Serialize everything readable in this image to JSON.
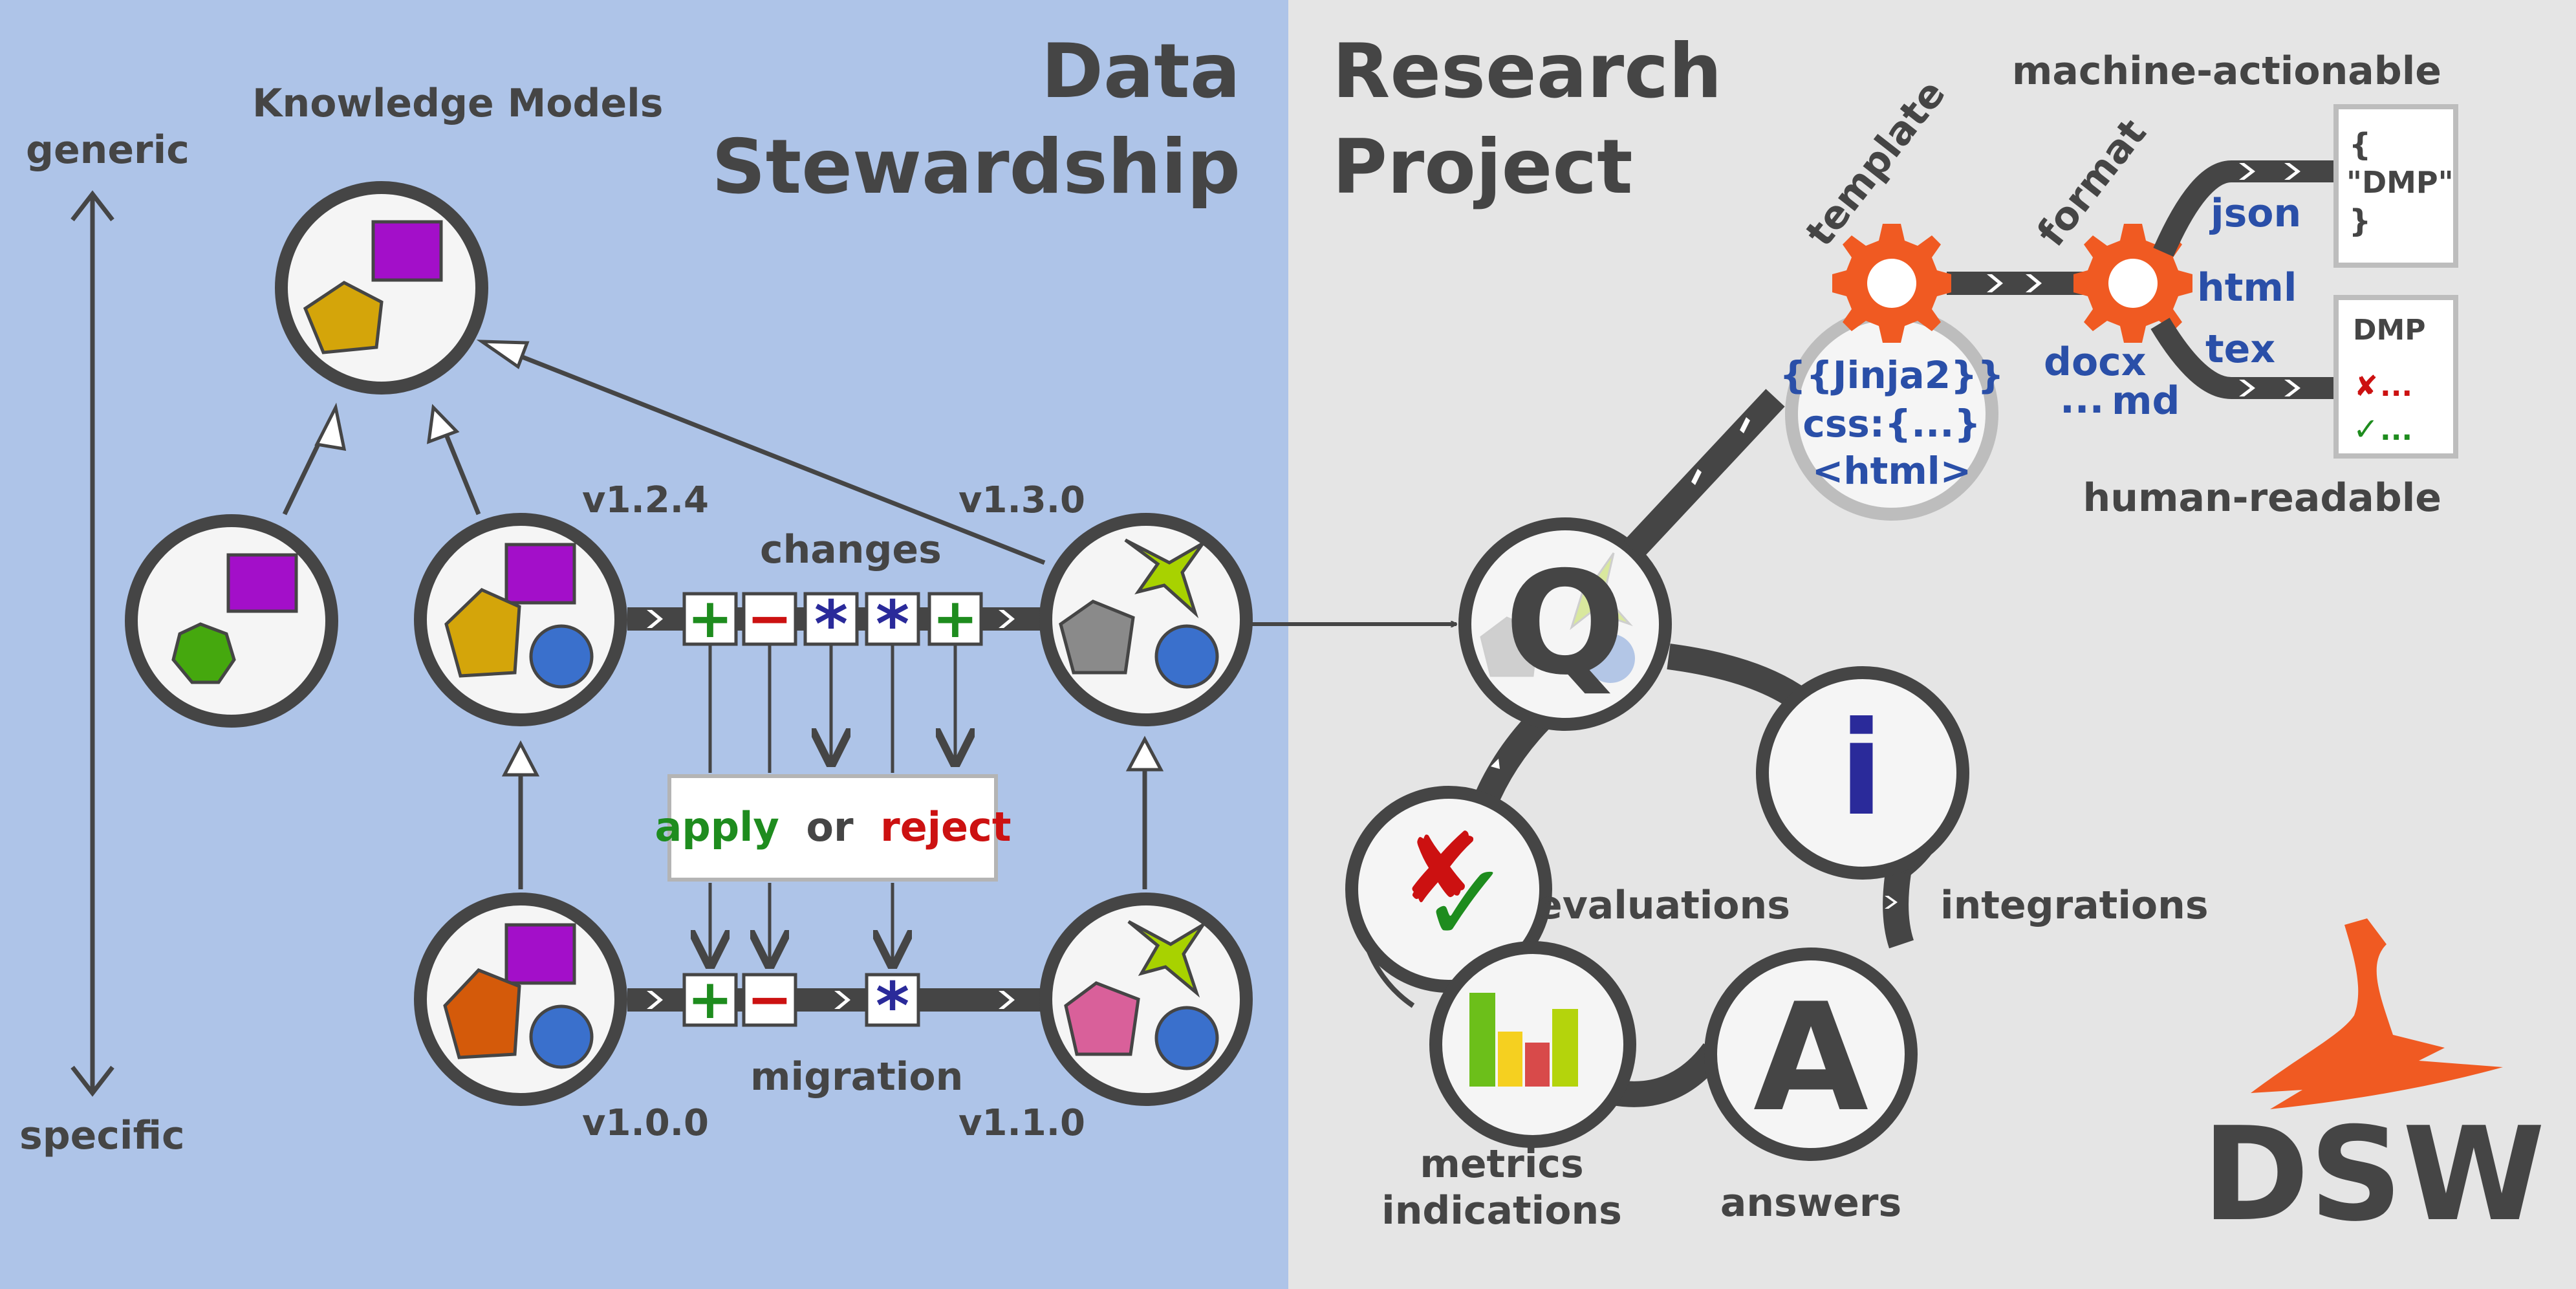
{
  "sections": {
    "left_title": [
      "Data",
      "Stewardship"
    ],
    "right_title": [
      "Research",
      "Project"
    ]
  },
  "knowledge_models": {
    "heading": "Knowledge Models",
    "axis_top": "generic",
    "axis_bottom": "specific",
    "versions": {
      "v124": "v1.2.4",
      "v130": "v1.3.0",
      "v100": "v1.0.0",
      "v110": "v1.1.0"
    },
    "changes_label": "changes",
    "migration_label": "migration",
    "decision": {
      "apply": "apply",
      "or": "or",
      "reject": "reject"
    },
    "change_symbols": {
      "add": "+",
      "remove": "−",
      "edit": "*"
    }
  },
  "project": {
    "questionnaire_letter": "Q",
    "integrations_letter": "i",
    "answers_letter": "A",
    "evaluations": "evaluations",
    "integrations": "integrations",
    "metrics": [
      "metrics",
      "indications"
    ],
    "answers": "answers",
    "template_label": "template",
    "template_lines": [
      "{{Jinja2}}",
      "css:{...}",
      "<html>"
    ],
    "format_label": "format",
    "formats": {
      "json": "json",
      "html": "html",
      "tex": "tex",
      "docx": "docx",
      "md": "md",
      "more": "..."
    },
    "machine_actionable": "machine-actionable",
    "human_readable": "human-readable",
    "machine_doc": [
      "{",
      "\"DMP\"",
      "}"
    ],
    "human_doc": {
      "title": "DMP",
      "cross": "✘",
      "check": "✓",
      "dots": "..."
    },
    "eval_cross": "✘",
    "eval_check": "✓"
  },
  "logo": {
    "text": "DSW"
  },
  "colors": {
    "left_bg": "#aec4e8",
    "right_bg": "#e5e5e5",
    "ink": "#454545",
    "gear": "#f05a22",
    "add": "#1e8c1e",
    "remove": "#cc1111",
    "edit": "#2a2a9a",
    "purple": "#a30fc9",
    "gold": "#d4a50a",
    "green_hex": "#45a80e",
    "blue_circle": "#3a70cc",
    "gray_pent": "#8a8a8a",
    "orange_pent": "#d45a0a",
    "pink_pent": "#d9609a",
    "lime_star": "#a8d200"
  }
}
